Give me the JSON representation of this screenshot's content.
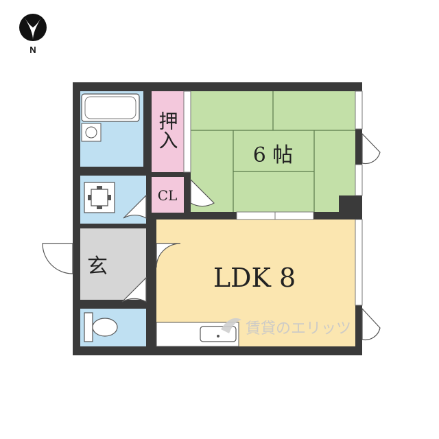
{
  "compass": {
    "label": "N"
  },
  "rooms": {
    "washitsu": {
      "label": "6 帖"
    },
    "oshiire": {
      "label": "押入"
    },
    "closet": {
      "label": "CL"
    },
    "entrance": {
      "label": "玄"
    },
    "ldk": {
      "label": "LDK 8"
    }
  },
  "watermark": {
    "text": "賃貸のエリッツ"
  },
  "colors": {
    "washitsu": "#c3e0a8",
    "oshiire": "#f3c8dc",
    "closet": "#f3c8dc",
    "wet_area": "#bfe0f2",
    "entrance": "#d6d6d6",
    "ldk": "#fbe6b0",
    "wall": "#3a3a3a"
  }
}
